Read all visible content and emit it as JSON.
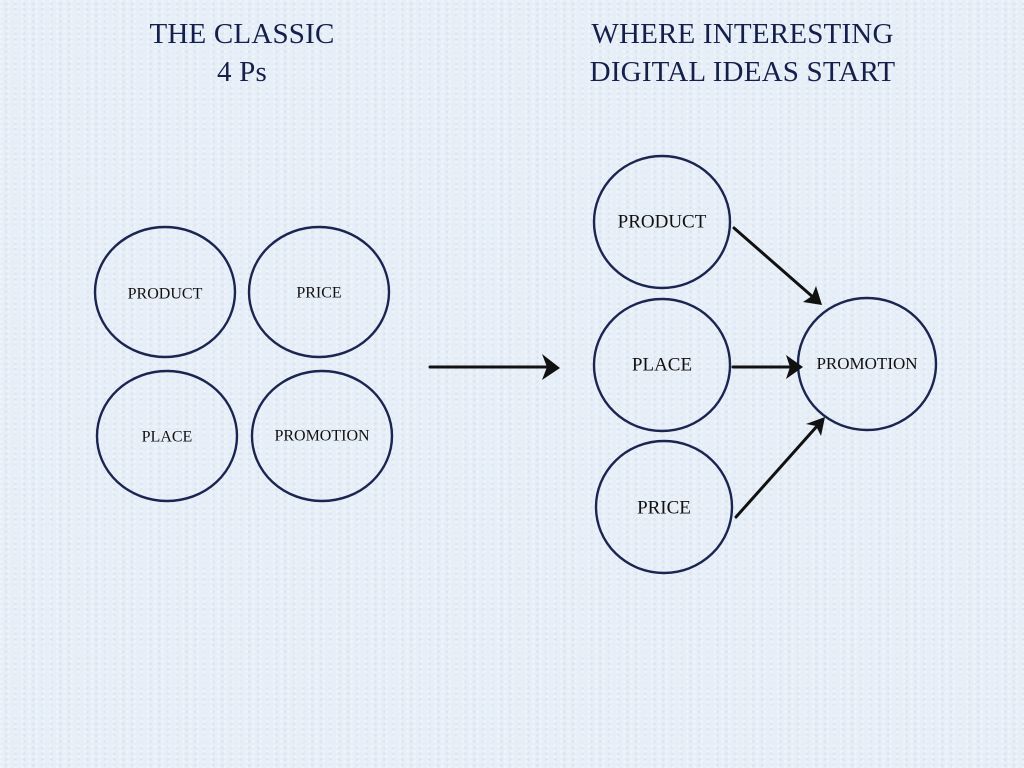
{
  "titles": {
    "left": [
      "THE CLASSIC",
      "4 Ps"
    ],
    "right": [
      "WHERE INTERESTING",
      "DIGITAL IDEAS START"
    ]
  },
  "colors": {
    "background": "#e6eef7",
    "circle_stroke": "#1a2550",
    "title_text": "#14204a",
    "arrow": "#111111"
  },
  "left_group": {
    "nodes": [
      "PRODUCT",
      "PRICE",
      "PLACE",
      "PROMOTION"
    ]
  },
  "transition_arrow": "right-arrow-icon",
  "right_group": {
    "sources": [
      "PRODUCT",
      "PLACE",
      "PRICE"
    ],
    "target": "PROMOTION",
    "edges": [
      {
        "from": "PRODUCT",
        "to": "PROMOTION"
      },
      {
        "from": "PLACE",
        "to": "PROMOTION"
      },
      {
        "from": "PRICE",
        "to": "PROMOTION"
      }
    ]
  }
}
